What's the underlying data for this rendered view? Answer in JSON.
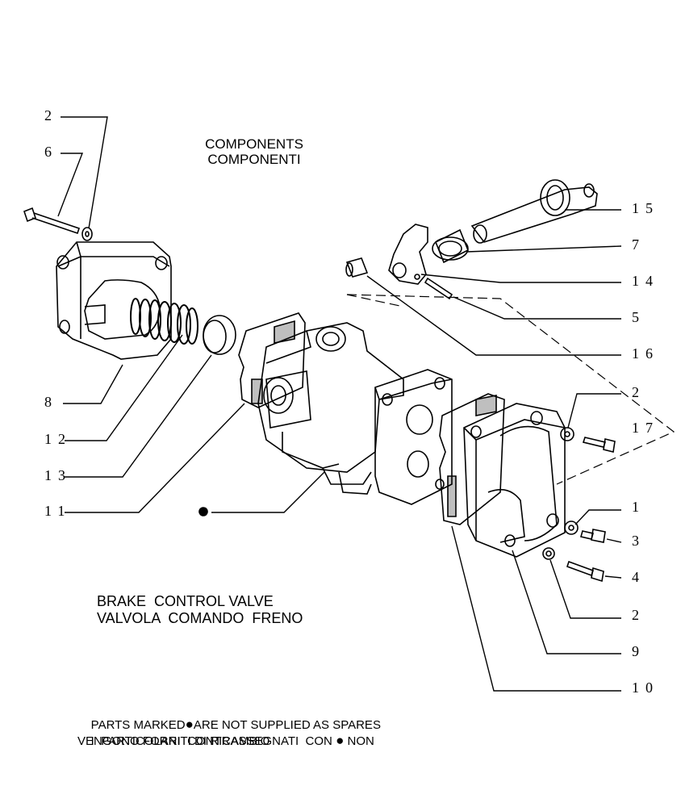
{
  "header": {
    "line1": "COMPONENTS",
    "line2": "COMPONENTI"
  },
  "title": {
    "line1": "BRAKE  CONTROL VALVE",
    "line2": "VALVOLA  COMANDO  FRENO"
  },
  "note": {
    "line1_part1": "PARTS MARKED",
    "line1_part2": "ARE NOT SUPPLIED AS SPARES",
    "line2_part1": "I  PARTICOLARI  CONTRASSEGNATI  CON",
    "line2_part2": "NON",
    "line3": "VENGONO FORNITI DI RICAMBIO"
  },
  "callouts": {
    "c2_top": "2",
    "c6": "6",
    "c8": "8",
    "c12": "12",
    "c13": "13",
    "c11": "11",
    "c15": "15",
    "c7": "7",
    "c14": "14",
    "c5": "5",
    "c16": "16",
    "c2_right": "2",
    "c17": "17",
    "c1": "1",
    "c3": "3",
    "c4": "4",
    "c2_bottom": "2",
    "c9": "9",
    "c10": "10"
  }
}
